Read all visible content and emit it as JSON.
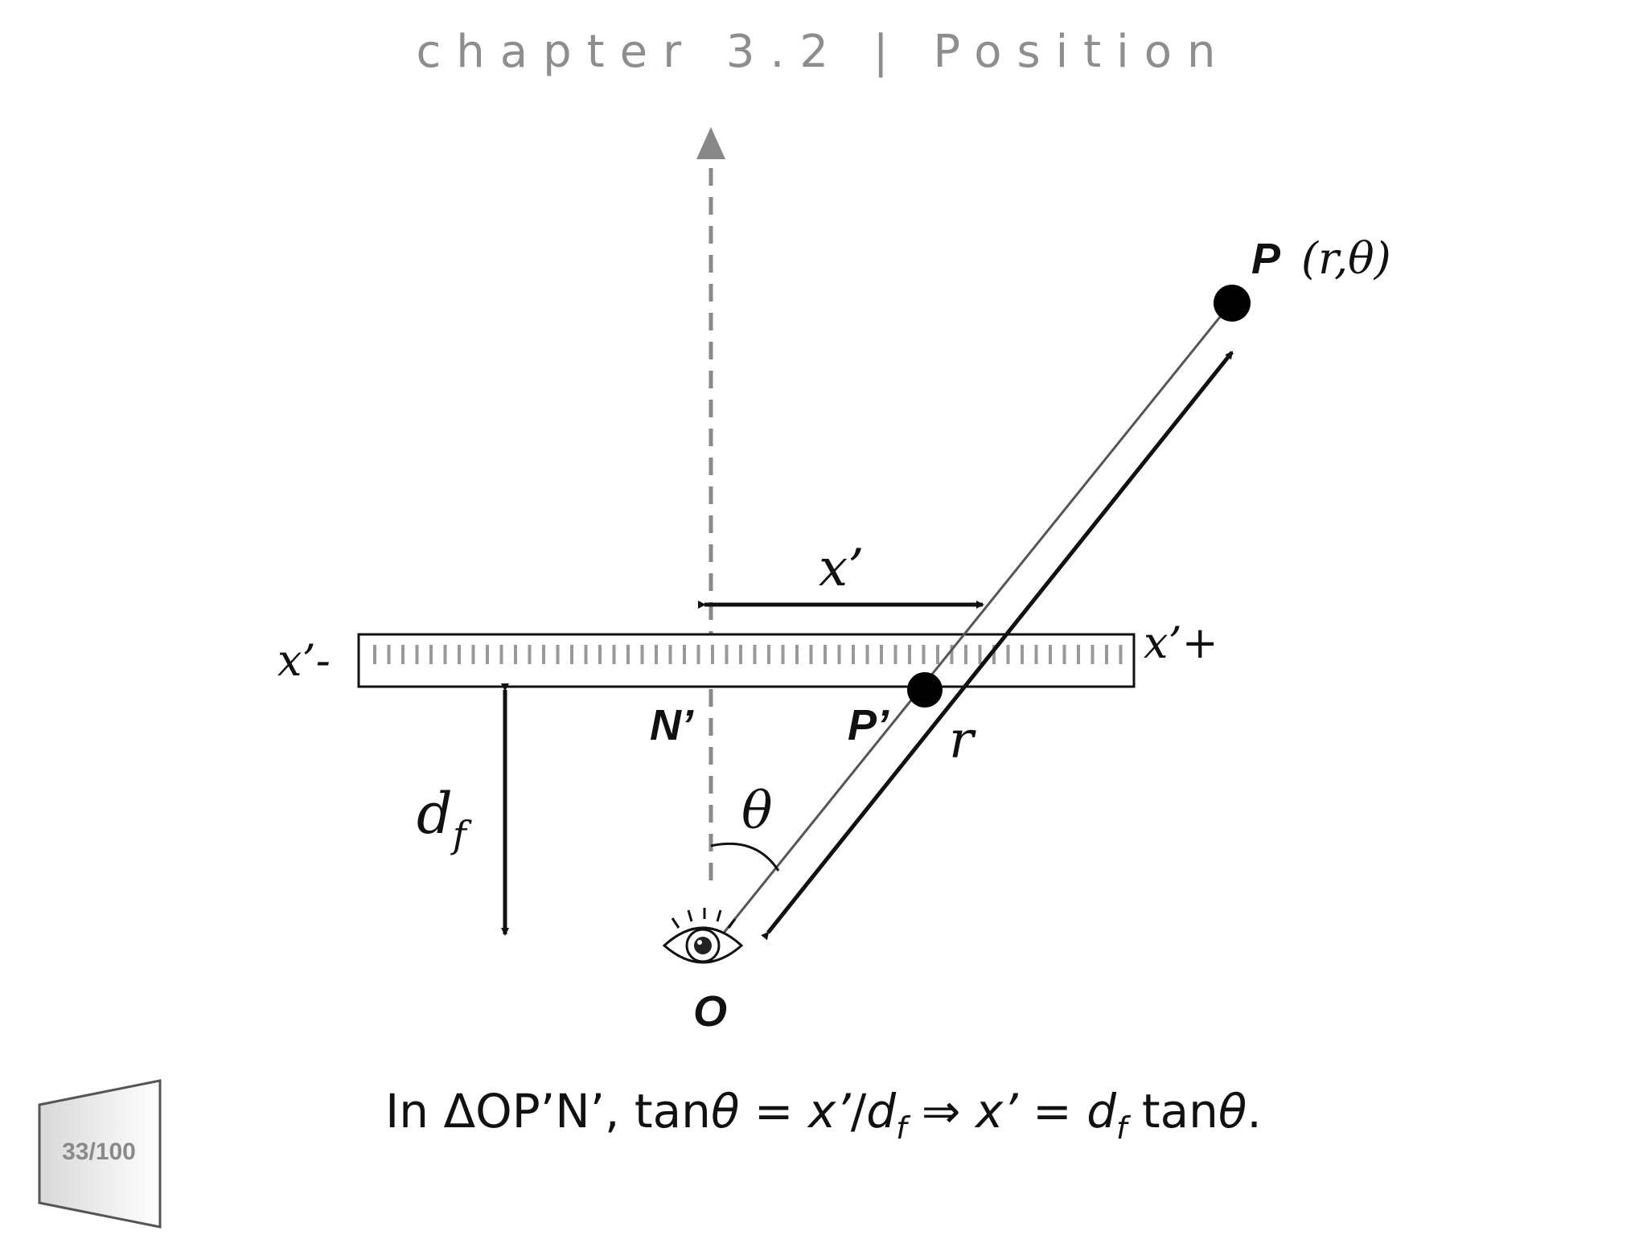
{
  "header": {
    "title": "chapter 3.2 | Position"
  },
  "diagram": {
    "labels": {
      "point_p": "P",
      "point_p_coords": "(r,θ)",
      "x_prime": "x’",
      "x_prime_minus": "x’-",
      "x_prime_plus": "x’+",
      "n_prime": "N’",
      "p_prime": "P’",
      "r": "r",
      "theta": "θ",
      "d": "d",
      "d_sub": "f",
      "origin": "O"
    }
  },
  "caption": {
    "p1": "In ΔOP’N’, tan",
    "theta1": "θ",
    "p2": " = ",
    "x1": "x’",
    "slash": "/",
    "d1": "d",
    "sub1": "f",
    "implies": " ⇒ ",
    "x2": "x’",
    "p3": " = ",
    "d2": "d",
    "sub2": "f",
    "p4": " tan",
    "theta2": "θ",
    "p5": "."
  },
  "footer": {
    "page_counter": "33/100"
  },
  "colors": {
    "title": "#8e8e8e",
    "ink": "#111111",
    "dashed_axis": "#8a8a8a"
  }
}
